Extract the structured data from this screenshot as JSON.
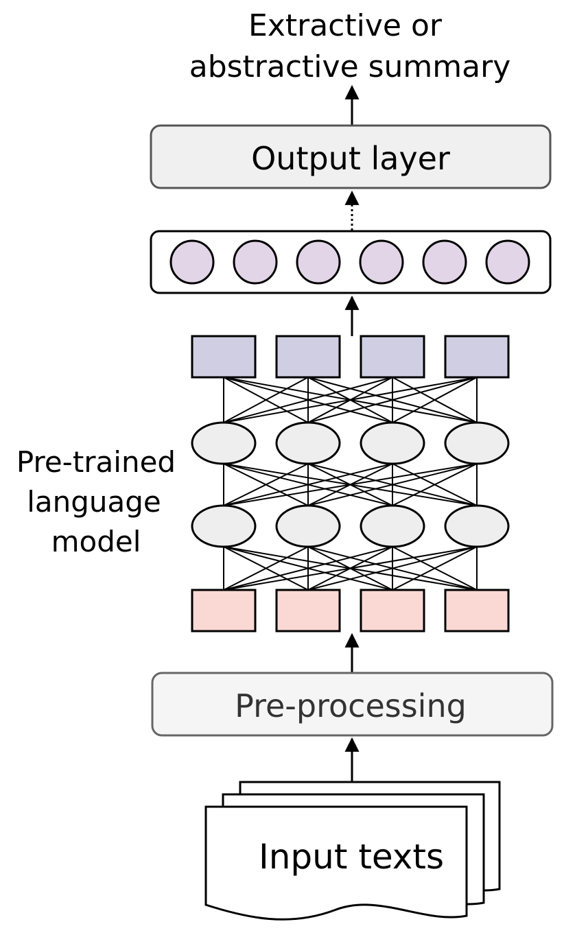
{
  "summary_title": {
    "line1": "Extractive or",
    "line2": "abstractive summary"
  },
  "output_layer": {
    "label": "Output layer"
  },
  "plm_label": {
    "line1": "Pre-trained",
    "line2": "language",
    "line3": "model"
  },
  "preprocessing": {
    "label": "Pre-processing"
  },
  "input": {
    "label": "Input texts"
  },
  "colors": {
    "box_fill": "#f0f0f0",
    "preprocessing_fill": "#f5f5f5",
    "output_neuron_fill": "#e1d5e7",
    "top_square_fill": "#d0cee2",
    "bottom_square_fill": "#fad9d5",
    "hidden_node_fill": "#eeeeee",
    "stroke": "#000000",
    "preprocessing_text": "#333333"
  }
}
